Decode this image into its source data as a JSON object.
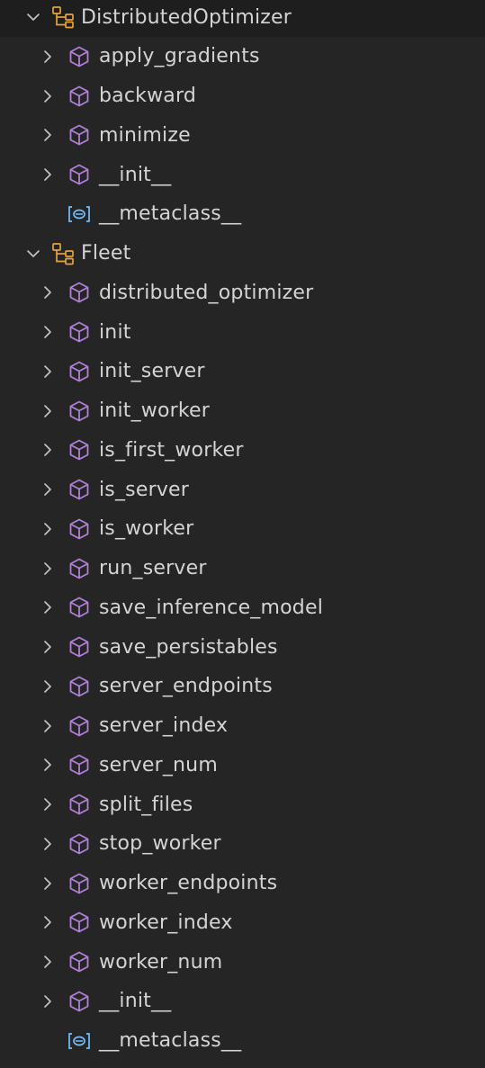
{
  "outline": [
    {
      "name": "DistributedOptimizer",
      "kind": "class",
      "expanded": true,
      "children": [
        {
          "name": "apply_gradients",
          "kind": "method"
        },
        {
          "name": "backward",
          "kind": "method"
        },
        {
          "name": "minimize",
          "kind": "method"
        },
        {
          "name": "__init__",
          "kind": "method"
        },
        {
          "name": "__metaclass__",
          "kind": "field"
        }
      ]
    },
    {
      "name": "Fleet",
      "kind": "class",
      "expanded": true,
      "children": [
        {
          "name": "distributed_optimizer",
          "kind": "method"
        },
        {
          "name": "init",
          "kind": "method"
        },
        {
          "name": "init_server",
          "kind": "method"
        },
        {
          "name": "init_worker",
          "kind": "method"
        },
        {
          "name": "is_first_worker",
          "kind": "method"
        },
        {
          "name": "is_server",
          "kind": "method"
        },
        {
          "name": "is_worker",
          "kind": "method"
        },
        {
          "name": "run_server",
          "kind": "method"
        },
        {
          "name": "save_inference_model",
          "kind": "method"
        },
        {
          "name": "save_persistables",
          "kind": "method"
        },
        {
          "name": "server_endpoints",
          "kind": "method"
        },
        {
          "name": "server_index",
          "kind": "method"
        },
        {
          "name": "server_num",
          "kind": "method"
        },
        {
          "name": "split_files",
          "kind": "method"
        },
        {
          "name": "stop_worker",
          "kind": "method"
        },
        {
          "name": "worker_endpoints",
          "kind": "method"
        },
        {
          "name": "worker_index",
          "kind": "method"
        },
        {
          "name": "worker_num",
          "kind": "method"
        },
        {
          "name": "__init__",
          "kind": "method"
        },
        {
          "name": "__metaclass__",
          "kind": "field"
        }
      ]
    }
  ],
  "icons": {
    "class": "class-icon",
    "method": "method-icon",
    "field": "field-icon",
    "collapsed": "chevron-right-icon",
    "expanded": "chevron-down-icon"
  },
  "colors": {
    "background": "#252526",
    "text": "#d4d4d4",
    "class_icon": "#e8a23a",
    "method_icon": "#b180d7",
    "field_icon": "#75beff",
    "chevron": "#c5c5c5"
  }
}
